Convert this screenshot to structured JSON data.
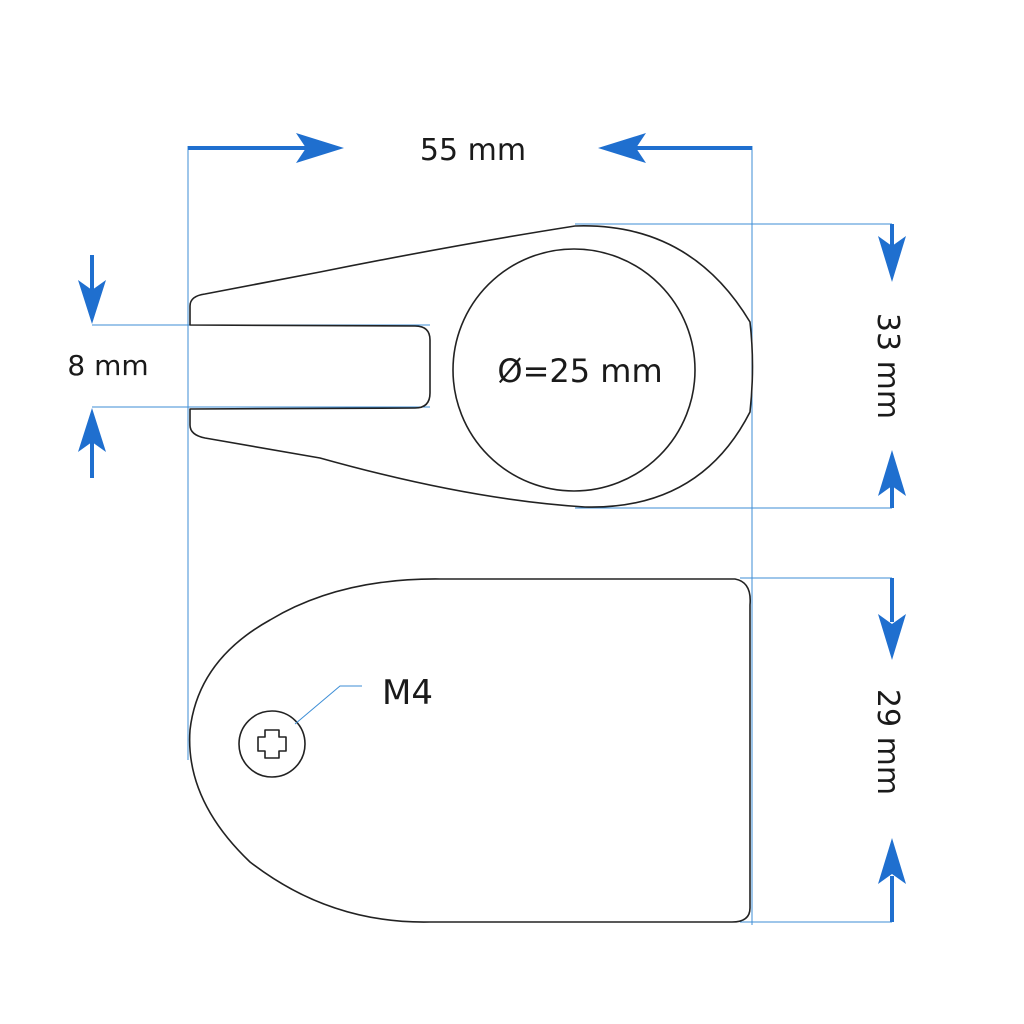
{
  "labels": {
    "width": "55 mm",
    "slot": "8 mm",
    "diameter": "Ø=25 mm",
    "height_top": "33 mm",
    "height_bottom": "29 mm",
    "screw": "M4"
  },
  "colors": {
    "dimension": "#1f6fcf",
    "outline": "#222222",
    "background": "#ffffff"
  }
}
